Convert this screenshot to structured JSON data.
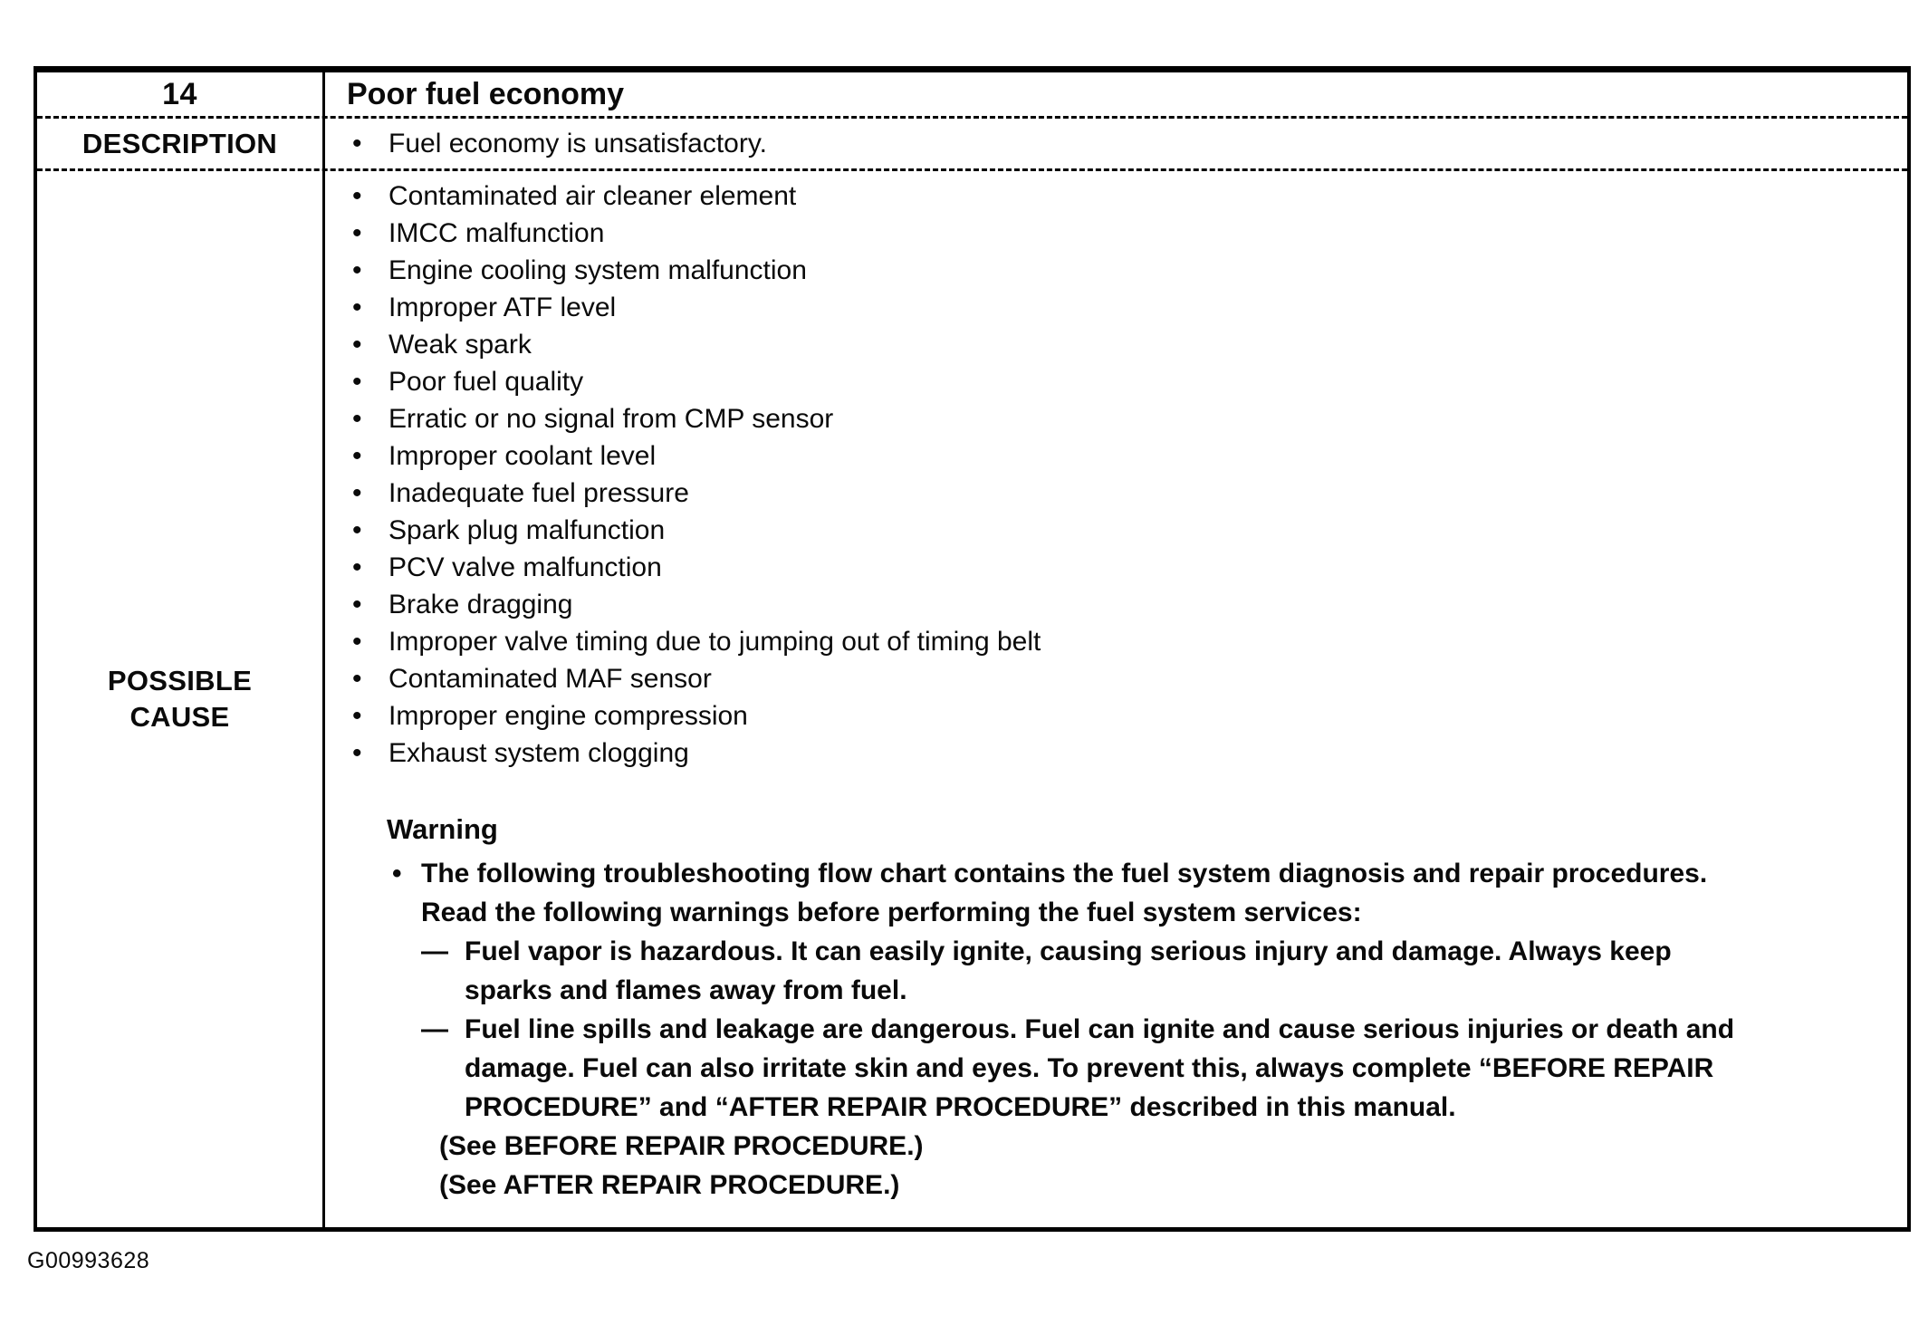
{
  "page": {
    "figure_code": "G00993628"
  },
  "table": {
    "header": {
      "number": "14",
      "title": "Poor fuel economy"
    },
    "description": {
      "label": "DESCRIPTION",
      "text": "Fuel economy is unsatisfactory."
    },
    "possible_cause": {
      "label_line1": "POSSIBLE",
      "label_line2": "CAUSE",
      "causes": [
        "Contaminated air cleaner element",
        "IMCC malfunction",
        "Engine cooling system malfunction",
        "Improper ATF level",
        "Weak spark",
        "Poor fuel quality",
        "Erratic or no signal from CMP sensor",
        "Improper coolant level",
        "Inadequate fuel pressure",
        "Spark plug malfunction",
        "PCV valve malfunction",
        "Brake dragging",
        "Improper valve timing due to jumping out of timing belt",
        "Contaminated MAF sensor",
        "Improper engine compression",
        "Exhaust system clogging"
      ],
      "warning": {
        "heading": "Warning",
        "intro": "The following troubleshooting flow chart contains the fuel system diagnosis and repair procedures. Read the following warnings before performing the fuel system services:",
        "items": [
          "Fuel vapor is hazardous. It can easily ignite, causing serious injury and damage. Always keep sparks and flames away from fuel.",
          "Fuel line spills and leakage are dangerous. Fuel can ignite and cause serious injuries or death and damage. Fuel can also irritate skin and eyes. To prevent this, always complete “BEFORE REPAIR PROCEDURE” and “AFTER REPAIR PROCEDURE” described in this manual."
        ],
        "see_refs": [
          "(See BEFORE REPAIR PROCEDURE.)",
          "(See AFTER REPAIR PROCEDURE.)"
        ]
      }
    }
  }
}
